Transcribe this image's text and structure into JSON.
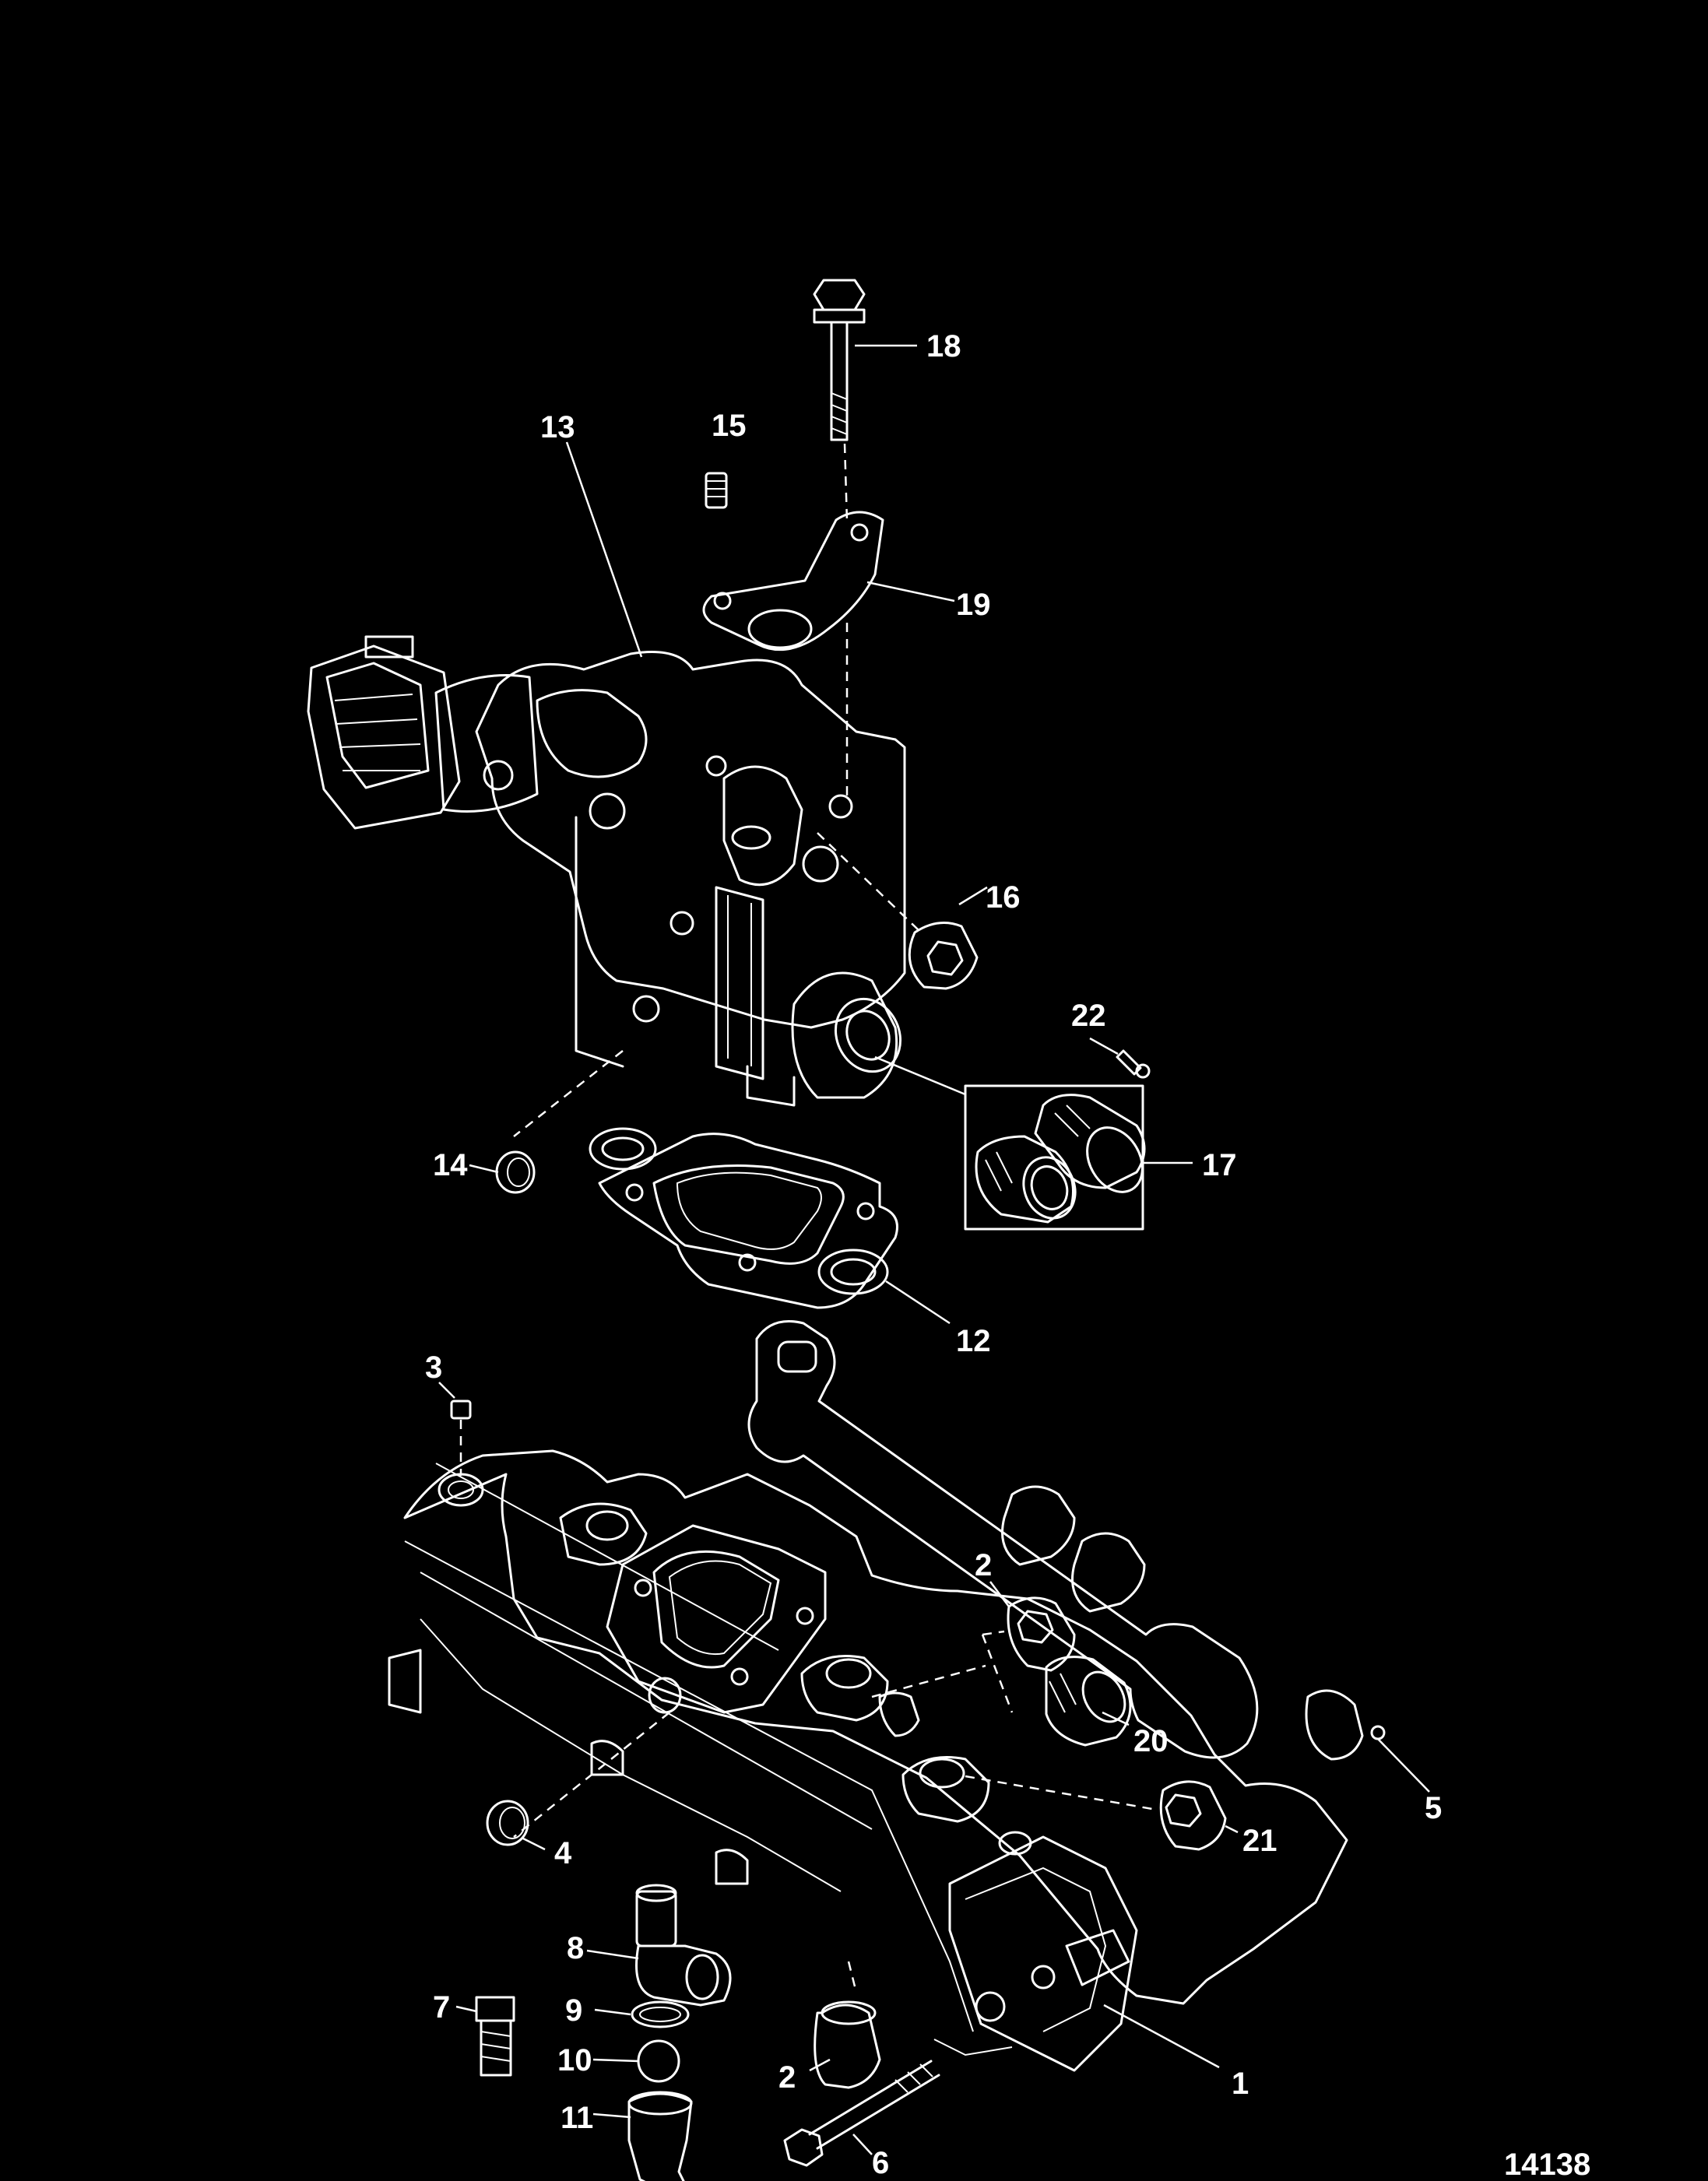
{
  "figure_number": "14138",
  "callouts": {
    "c1": "1",
    "c2a": "2",
    "c2b": "2",
    "c3": "3",
    "c4": "4",
    "c5": "5",
    "c6": "6",
    "c7": "7",
    "c8": "8",
    "c9": "9",
    "c10": "10",
    "c11": "11",
    "c12": "12",
    "c13": "13",
    "c14": "14",
    "c15": "15",
    "c16": "16",
    "c17": "17",
    "c18": "18",
    "c19": "19",
    "c20": "20",
    "c21": "21",
    "c22": "22"
  }
}
